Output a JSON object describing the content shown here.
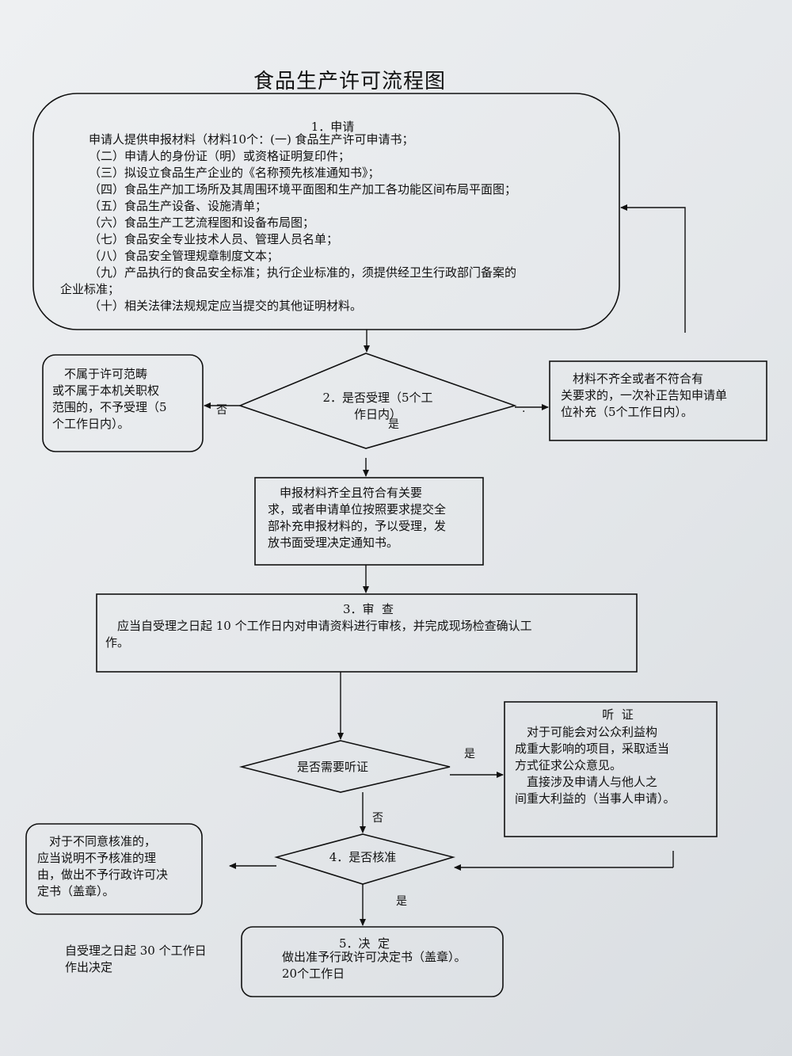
{
  "title": "食品生产许可流程图",
  "step1": {
    "heading": "1．申请",
    "lines": [
      "申请人提供申报材料（材料10个：(一) 食品生产许可申请书；",
      "（二）申请人的身份证（明）或资格证明复印件；",
      "（三）拟设立食品生产企业的《名称预先核准通知书》；",
      "（四）食品生产加工场所及其周围环境平面图和生产加工各功能区间布局平面图；",
      "（五）食品生产设备、设施清单；",
      "（六）食品生产工艺流程图和设备布局图；",
      "（七）食品安全专业技术人员、管理人员名单；",
      "（八）食品安全管理规章制度文本；",
      "（九）产品执行的食品安全标准；执行企业标准的，须提供经卫生行政部门备案的",
      "企业标准；",
      "（十）相关法律法规规定应当提交的其他证明材料。"
    ]
  },
  "step2": {
    "decision": "2．是否受理（5个工\n作日内）",
    "yes_label": "是",
    "no_label": "否",
    "dot": "·",
    "reject_box": "　不属于许可范畴\n或不属于本机关职权\n范围的，不予受理（5\n个工作日内）。",
    "supplement_box": "　材料不齐全或者不符合有\n关要求的，一次补正告知申请单\n位补充（5个工作日内）。",
    "accept_box": "　申报材料齐全且符合有关要\n求，或者申请单位按照要求提交全\n部补充申报材料的，予以受理，发\n放书面受理决定通知书。"
  },
  "step3": {
    "heading": "3．审  查",
    "text": "　应当自受理之日起 10 个工作日内对申请资料进行审核，并完成现场检查确认工\n作。"
  },
  "hearing": {
    "decision": "是否需要听证",
    "yes_label": "是",
    "no_label": "否",
    "box_heading": "听  证",
    "box_text": "　对于可能会对公众利益构\n成重大影响的项目，采取适当\n方式征求公众意见。\n　直接涉及申请人与他人之\n间重大利益的（当事人申请）。"
  },
  "step4": {
    "decision": "4．是否核准",
    "yes_label": "是",
    "reject_box": "　对于不同意核准的，\n应当说明不予核准的理\n由，做出不予行政许可决\n定书（盖章）。"
  },
  "step5": {
    "heading": "5．决  定",
    "text": "做出准予行政许可决定书（盖章）。\n20个工作日"
  },
  "note": "自受理之日起 30 个工作日\n作出决定"
}
